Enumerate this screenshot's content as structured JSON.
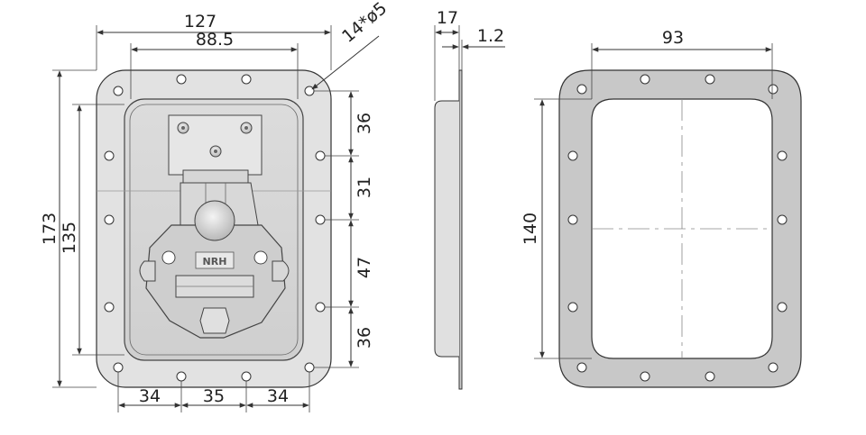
{
  "front_view": {
    "dims": {
      "overall_width": "127",
      "inner_width": "88.5",
      "holes_callout": "14*ø5",
      "overall_height": "173",
      "inner_height": "135",
      "seg_top": "36",
      "seg_upper": "31",
      "seg_lower": "47",
      "seg_bottom": "36",
      "bottom_left": "34",
      "bottom_mid": "35",
      "bottom_right": "34"
    },
    "logo_text": "NRH"
  },
  "side_view": {
    "dims": {
      "depth": "17",
      "thickness": "1.2"
    }
  },
  "cutout_view": {
    "dims": {
      "cutout_width": "93",
      "cutout_height": "140"
    }
  },
  "colors": {
    "plate_fill": "#e2e2e2",
    "gasket_fill": "#c8c8c8",
    "line": "#333333",
    "recess_fill": "#d4d4d4"
  }
}
